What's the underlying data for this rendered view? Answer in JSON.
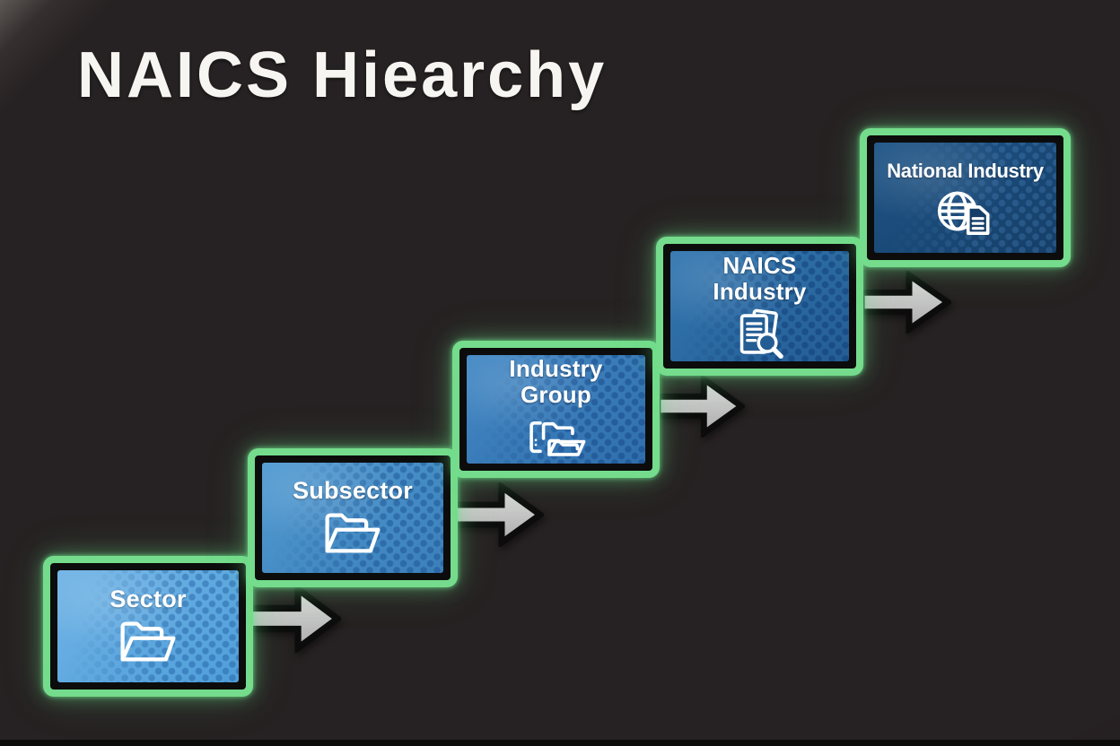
{
  "title": "NAICS Hiearchy",
  "theme": {
    "background": "#262122",
    "accent_green": "#74DC8C",
    "border_black": "#0C0C0C",
    "arrow_gray": "#C9C9C9",
    "text_white": "#FFFFFF"
  },
  "nodes": [
    {
      "label": "Sector",
      "icon": "folder-open-icon",
      "color_top": "#71B4E6",
      "color_bottom": "#4F9ED9",
      "dot_color": "rgba(27,88,156,0.42)"
    },
    {
      "label": "Subsector",
      "icon": "folder-open-icon",
      "color_top": "#529BD2",
      "color_bottom": "#3B7FB9",
      "dot_color": "rgba(22,77,143,0.45)"
    },
    {
      "label": "Industry\nGroup",
      "icon": "folders-stack-icon",
      "color_top": "#4489C5",
      "color_bottom": "#2F6EAC",
      "dot_color": "rgba(18,66,130,0.45)"
    },
    {
      "label": "NAICS\nIndustry",
      "icon": "doc-search-icon",
      "color_top": "#3377B1",
      "color_bottom": "#245D94",
      "dot_color": "rgba(13,55,112,0.45)"
    },
    {
      "label": "National Industry",
      "icon": "globe-doc-icon",
      "color_top": "#1F5587",
      "color_bottom": "#153E68",
      "dot_color": "rgba(90,150,210,0.25)"
    }
  ],
  "connectors": {
    "icon": "arrow-right-icon",
    "count": 4,
    "direction": "right"
  }
}
